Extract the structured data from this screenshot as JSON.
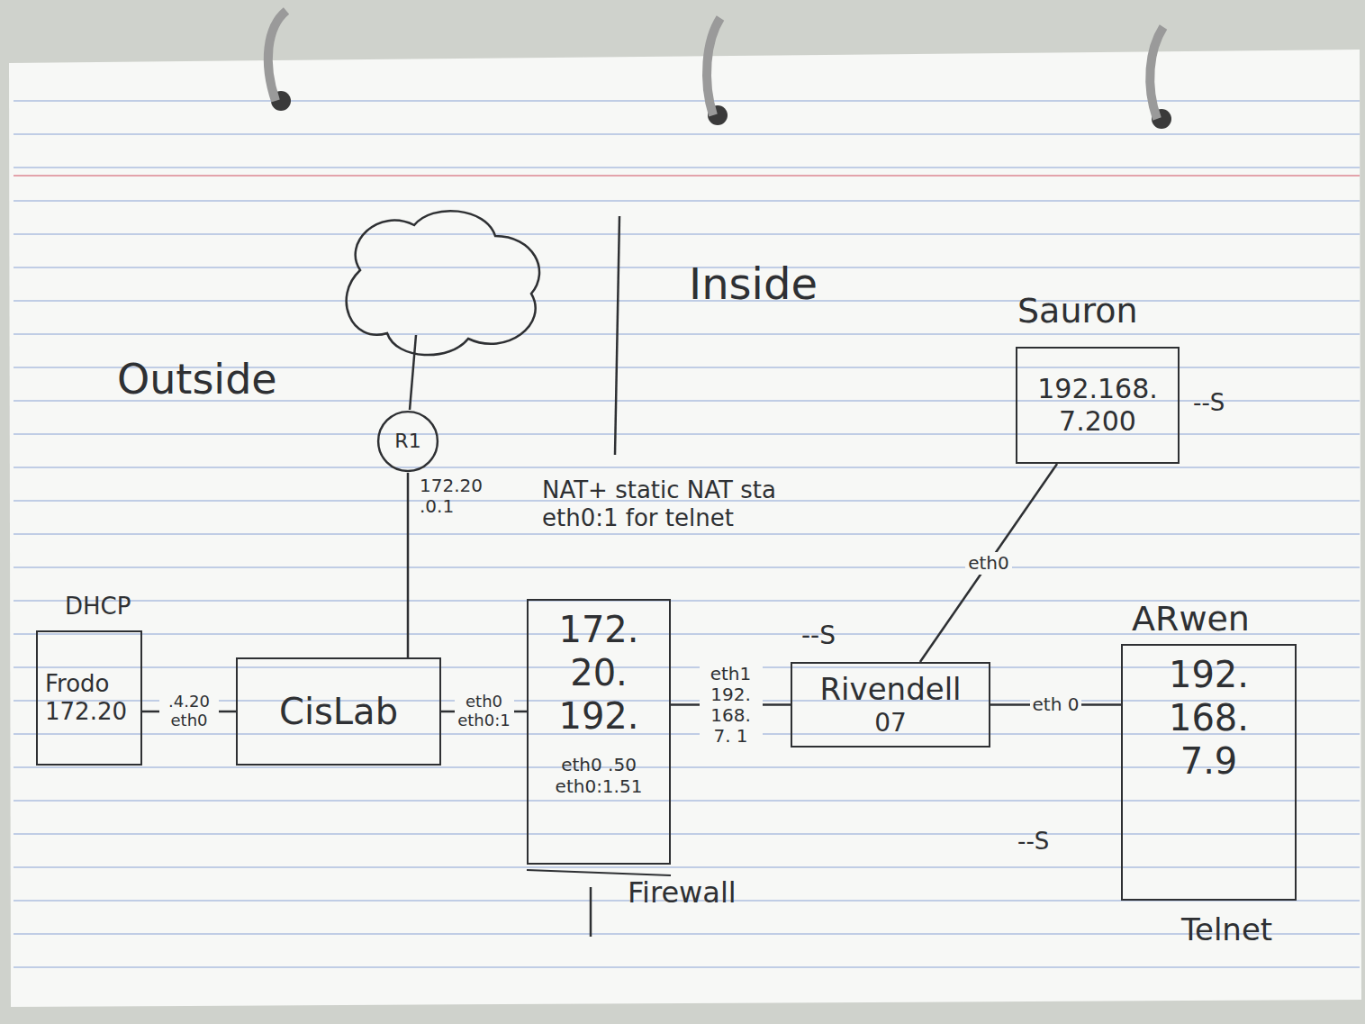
{
  "diagram": {
    "nodes": [
      {
        "text": [
          "DHCP",
          "Frodo 172.20"
        ]
      },
      {
        "text": [
          "CisLab"
        ]
      },
      {
        "text": [
          "R1"
        ]
      },
      {
        "text": [
          "NAT+ static NAT sta eth0:1 for telnet",
          "172. 20. 192.",
          "eth0 .50 eth0:1.51",
          "Firewall"
        ]
      },
      {
        "text": [
          "--S",
          "Rivendell",
          "07"
        ]
      },
      {
        "text": [
          "Sauron",
          "192.168. 7.200",
          "--S"
        ]
      },
      {
        "text": [
          "ARwen",
          "192. 168. 7.9",
          "Telnet"
        ]
      }
    ],
    "edges": [
      {
        "from": 0,
        "to": 1,
        "arrow": "none",
        "label": ".4.20 eth0"
      },
      {
        "from": 1,
        "to": 2,
        "arrow": "none"
      },
      {
        "from": 1,
        "to": 3,
        "arrow": "none",
        "label": "eth0 eth0:1"
      },
      {
        "from": 3,
        "to": 4,
        "arrow": "none",
        "label": "eth1 192. 168. 7. 1"
      },
      {
        "from": 4,
        "to": 5,
        "arrow": "none",
        "label": "eth0"
      },
      {
        "from": 4,
        "to": 6,
        "arrow": "none",
        "label": "eth 0"
      }
    ],
    "labels": [
      "Outside",
      "Inside",
      "172.20 .0.1",
      "--S"
    ]
  }
}
